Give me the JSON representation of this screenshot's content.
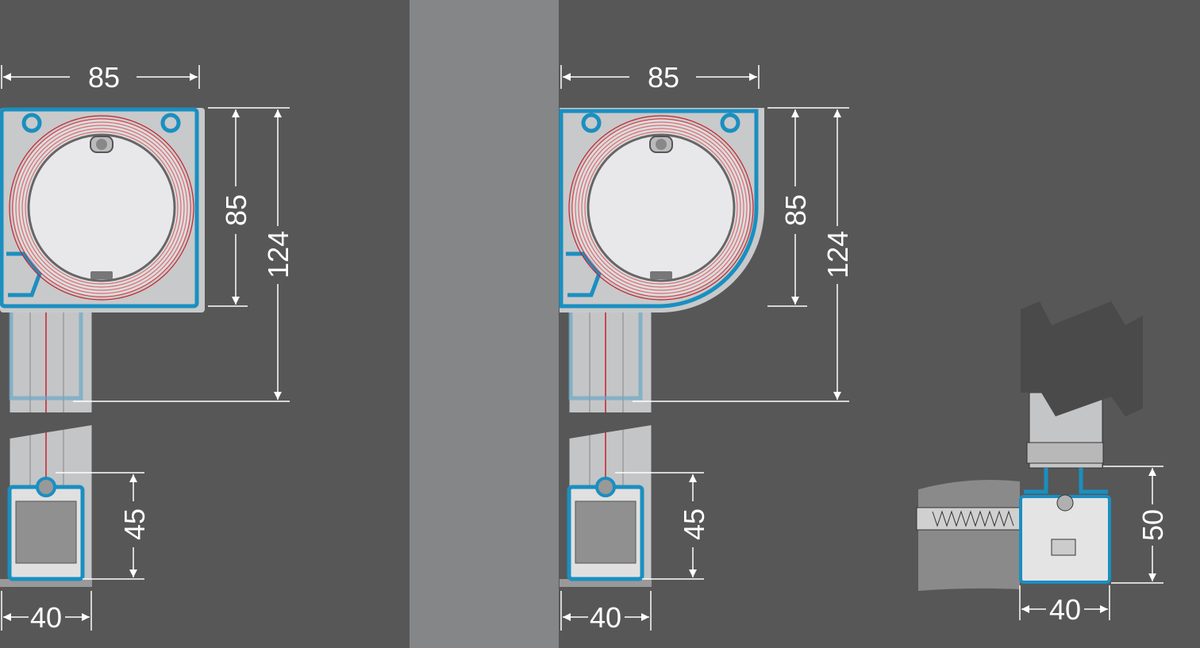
{
  "colors": {
    "background": "#575757",
    "divider": "#858687",
    "profile_blue": "#1a8fc0",
    "housing_gray": "#c8c9ca",
    "curtain_red": "#c8202a"
  },
  "panels": [
    {
      "name": "square-housing",
      "dims": {
        "top_width": "85",
        "housing_height": "85",
        "total_height": "124",
        "bottom_bar_height": "45",
        "guide_width": "40"
      }
    },
    {
      "name": "rounded-housing",
      "dims": {
        "top_width": "85",
        "housing_height": "85",
        "total_height": "124",
        "bottom_bar_height": "45",
        "guide_width": "40"
      }
    },
    {
      "name": "wall-mount-detail",
      "dims": {
        "height": "50",
        "width": "40"
      }
    }
  ]
}
